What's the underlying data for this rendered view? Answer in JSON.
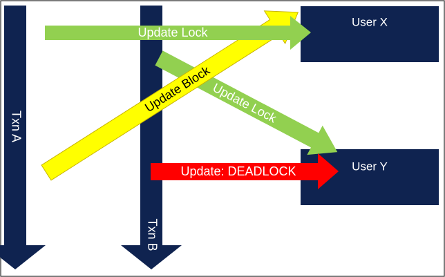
{
  "diagram": {
    "transactions": [
      {
        "id": "txn-a",
        "label": "Txn A"
      },
      {
        "id": "txn-b",
        "label": "Txn B"
      }
    ],
    "rows": [
      {
        "id": "user-x",
        "label": "User X"
      },
      {
        "id": "user-y",
        "label": "User Y"
      }
    ],
    "arrows": [
      {
        "id": "update-lock-a",
        "label": "Update Lock",
        "color": "#92d050",
        "from": "Txn A",
        "to": "User X"
      },
      {
        "id": "update-lock-b",
        "label": "Update Lock",
        "color": "#92d050",
        "from": "Txn B",
        "to": "User Y"
      },
      {
        "id": "update-block",
        "label": "Update Block",
        "color": "#ffff00",
        "from": "Txn A",
        "to": "User X"
      },
      {
        "id": "update-deadlock",
        "label": "Update: DEADLOCK",
        "color": "#ff0000",
        "from": "Txn B",
        "to": "User Y"
      }
    ],
    "colors": {
      "navy": "#0f2350",
      "green": "#92d050",
      "yellow": "#ffff00",
      "red": "#ff0000",
      "border": "#222222"
    }
  }
}
